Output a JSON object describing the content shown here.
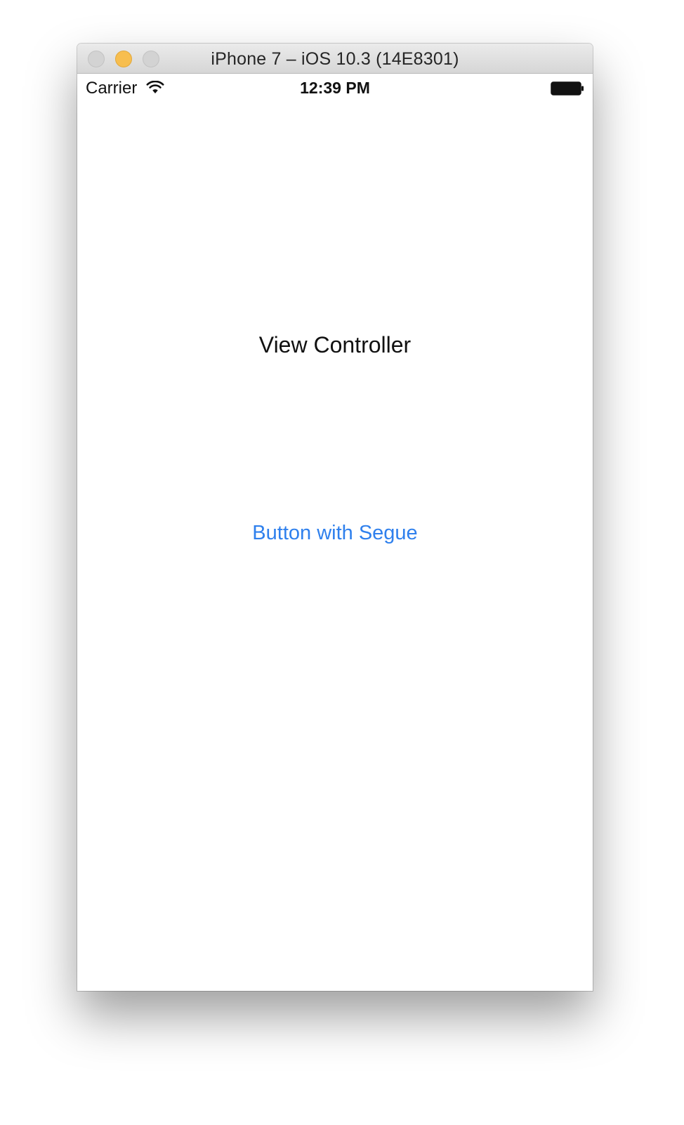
{
  "window": {
    "title": "iPhone 7 – iOS 10.3 (14E8301)"
  },
  "status_bar": {
    "carrier": "Carrier",
    "time": "12:39 PM",
    "wifi_icon": "wifi-icon",
    "battery_icon": "battery-full-icon"
  },
  "screen": {
    "title": "View Controller",
    "button_label": "Button with Segue"
  },
  "colors": {
    "button_tint": "#2f80ed",
    "minimize": "#f7be4f"
  }
}
